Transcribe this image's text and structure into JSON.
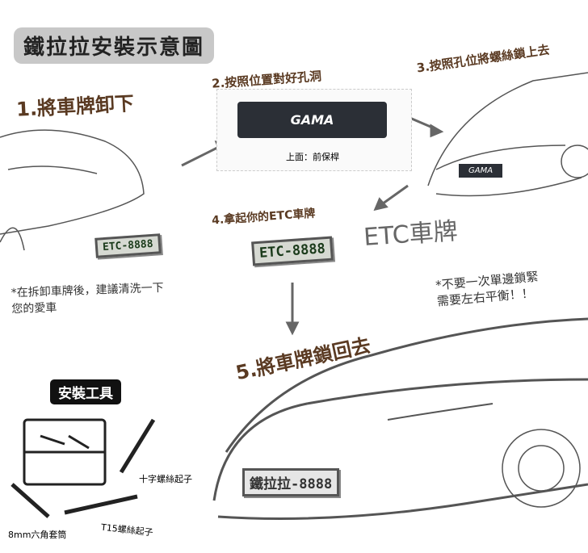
{
  "title": "鐵拉拉安裝示意圖",
  "steps": [
    "1.將車牌卸下",
    "2.按照位置對好孔洞",
    "3.按照孔位將螺絲鎖上去",
    "4.拿起你的ETC車牌",
    "5.將車牌鎖回去"
  ],
  "bracket": {
    "brand": "GAMA",
    "caption": "上面：前保桿"
  },
  "plates": {
    "small": "ETC-8888",
    "middle": "ETC-8888",
    "final": "鐵拉拉-8888"
  },
  "etc_label": "ETC車牌",
  "notes": {
    "wash": [
      "*在拆卸車牌後，建議清洗一下",
      "您的愛車"
    ],
    "balance": [
      "*不要一次單邊鎖緊",
      "需要左右平衡！！"
    ]
  },
  "tools": {
    "heading": "安裝工具",
    "phillips": "十字螺絲起子",
    "socket": "8mm六角套筒",
    "torx": "T15螺絲起子"
  }
}
